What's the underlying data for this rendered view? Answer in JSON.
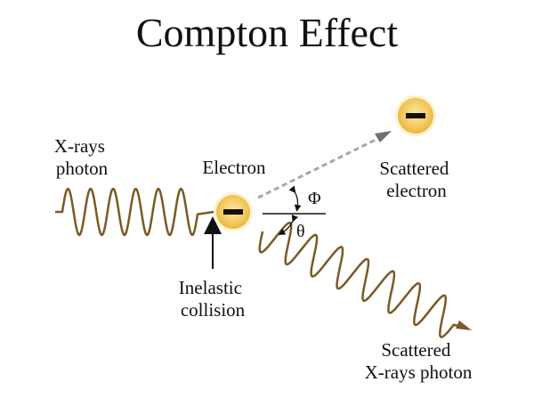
{
  "title": "Compton Effect",
  "labels": {
    "incoming_photon": [
      "X-rays",
      "photon"
    ],
    "electron": "Electron",
    "collision": [
      "Inelastic",
      "collision"
    ],
    "scattered_electron": [
      "Scattered",
      "electron"
    ],
    "scattered_photon": [
      "Scattered",
      "X-rays photon"
    ],
    "phi": "Φ",
    "theta": "θ"
  },
  "electron_charge_symbol": "minus-sign",
  "colors": {
    "wave": "#7a5a24",
    "electron_fill": "#f2c14e",
    "electron_glow": "#fbe8a6",
    "electron_sign": "#111111",
    "dashed_arrow": "#a8a8a8",
    "text": "#111111"
  }
}
